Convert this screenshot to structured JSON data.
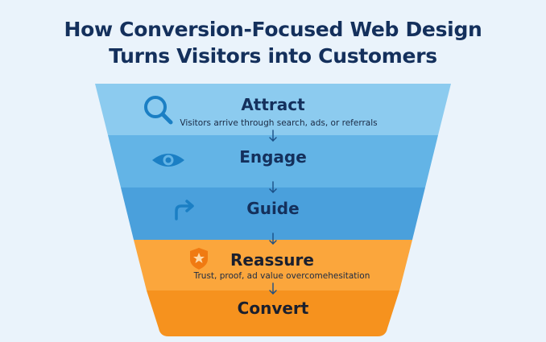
{
  "title": {
    "line1": "How Conversion-Focused Web Design",
    "line2": "Turns Visitors into Customers"
  },
  "stages": [
    {
      "label": "Attract",
      "subtitle": "Visitors arrive through search, ads, or referrals",
      "icon": "search-icon",
      "color": "#8ccbef"
    },
    {
      "label": "Engage",
      "subtitle": "",
      "icon": "eye-icon",
      "color": "#63b4e6"
    },
    {
      "label": "Guide",
      "subtitle": "",
      "icon": "arrow-turn-right-icon",
      "color": "#4aa0dc"
    },
    {
      "label": "Reassure",
      "subtitle": "Trust, proof, ad value overcomehesitation",
      "icon": "star-badge-icon",
      "color": "#fba63c"
    },
    {
      "label": "Convert",
      "subtitle": "",
      "icon": "",
      "color": "#f6921e"
    }
  ],
  "colors": {
    "background": "#eaf3fb",
    "title": "#14305c",
    "icon_blue": "#1b7fc4",
    "icon_orange": "#f07a12",
    "connector": "#1b4f86"
  }
}
